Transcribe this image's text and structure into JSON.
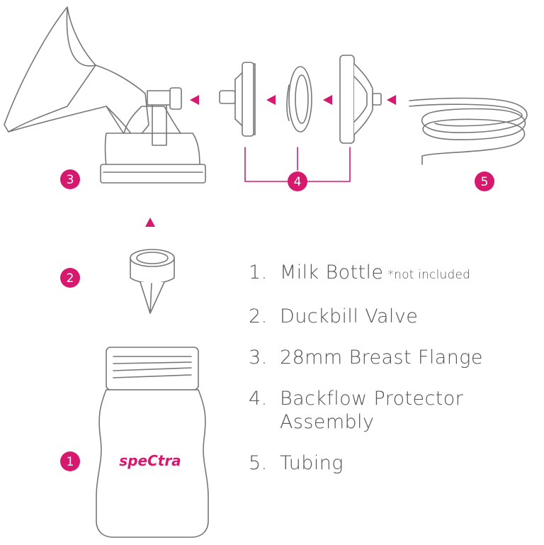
{
  "colors": {
    "accent": "#d6196e",
    "line": "#777777",
    "text": "#555555"
  },
  "badges": {
    "bottle": "1",
    "valve": "2",
    "flange": "3",
    "backflow": "4",
    "tubing": "5"
  },
  "brand_logo": "speCtra",
  "legend": [
    {
      "num": "1.",
      "text": "Milk Bottle",
      "note": "*not included"
    },
    {
      "num": "2.",
      "text": "Duckbill Valve",
      "note": ""
    },
    {
      "num": "3.",
      "text": "28mm Breast Flange",
      "note": ""
    },
    {
      "num": "4.",
      "text": "Backflow Protector Assembly",
      "note": ""
    },
    {
      "num": "5.",
      "text": "Tubing",
      "note": ""
    }
  ]
}
